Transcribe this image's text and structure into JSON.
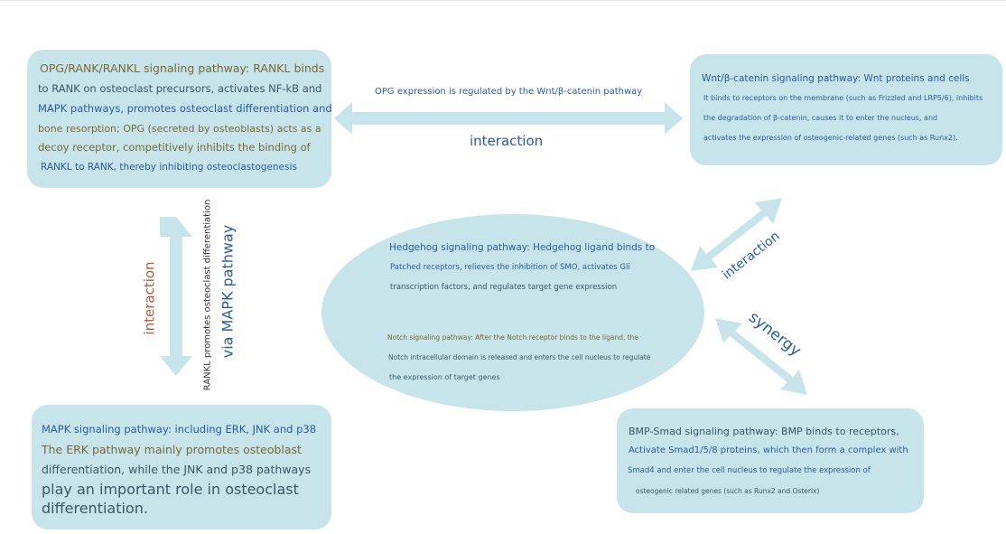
{
  "opg_box": {
    "lines": [
      "OPG/RANK/RANKL signaling pathway: RANKL binds",
      "to RANK on osteoclast precursors, activates NF-kB and",
      "MAPK pathways, promotes osteoclast differentiation and",
      "bone resorption; OPG (secreted by osteoblasts) acts as a",
      "decoy receptor, competitively inhibits the binding of",
      "RANKL to RANK, thereby inhibiting osteoclastogenesis"
    ]
  },
  "wnt_box": {
    "title": "Wnt/β-catenin signaling pathway: Wnt proteins and cells",
    "lines": [
      "It binds to receptors on the membrane (such as Frizzled and LRP5/6), inhibits",
      "the degradation of β-catenin, causes it to enter the nucleus, and",
      "activates the expression of osteogenic-related genes (such as Runx2)."
    ]
  },
  "hedgehog": {
    "lines": [
      "Hedgehog signaling pathway: Hedgehog ligand binds to",
      "Patched receptors, relieves the inhibition of SMO, activates Gli",
      "transcription factors, and regulates target gene expression"
    ]
  },
  "notch": {
    "lines": [
      "Notch signaling pathway: After the Notch receptor binds to the ligand, the",
      "Notch intracellular domain is released and enters the cell nucleus to regulate",
      "the expression of target genes"
    ]
  },
  "mapk_box": {
    "lines": [
      "MAPK signaling pathway: including ERK, JNK and p38",
      "The ERK pathway mainly promotes osteoblast",
      "differentiation, while the JNK and p38 pathways",
      "play an important role in osteoclast",
      "differentiation."
    ]
  },
  "bmp_box": {
    "lines": [
      "BMP-Smad signaling pathway: BMP binds to receptors,",
      "Activate Smad1/5/8 proteins, which then form a complex with",
      "Smad4 and enter the cell nucleus to regulate the expression of",
      "osteogenic related genes (such as Runx2 and Osterix)"
    ]
  },
  "labels": {
    "opg_wnt_note": "OPG expression is regulated by the Wnt/β-catenin pathway",
    "opg_wnt_interaction": "interaction",
    "wnt_center_interaction": "interaction",
    "center_bmp_synergy": "synergy",
    "opg_mapk_interaction": "interaction",
    "rankl_note": "RANKL promotes osteoclast differentiation",
    "via_mapk": "via MAPK pathway"
  },
  "colors": {
    "box": "#c6e4ea",
    "arrow": "#c6e4ea",
    "blue_text": "#2a5d9f",
    "olive_text": "#7a6a3a",
    "rust_text": "#b55a3f"
  }
}
